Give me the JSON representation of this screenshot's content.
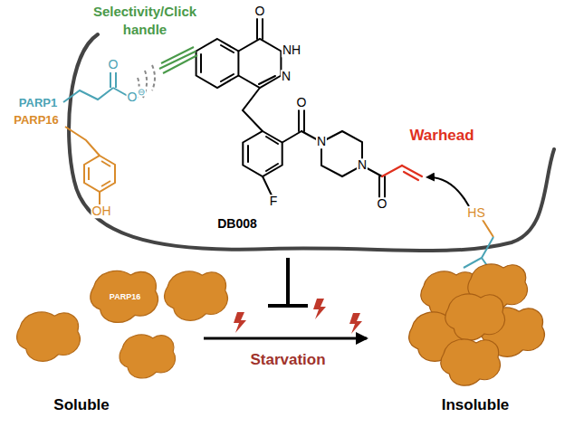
{
  "diagram": {
    "nodes": [
      {
        "text": [
          "PARP16"
        ]
      }
    ],
    "labels": [
      "Selectivity/Click handle",
      "O",
      "NH",
      "N",
      "PARP1",
      "PARP16",
      "O",
      "O",
      "⊖",
      "DB008",
      "O",
      "N",
      "N",
      "F",
      "O",
      "Warhead",
      "HS",
      "OH",
      "Starvation",
      "Soluble",
      "Insoluble"
    ]
  }
}
